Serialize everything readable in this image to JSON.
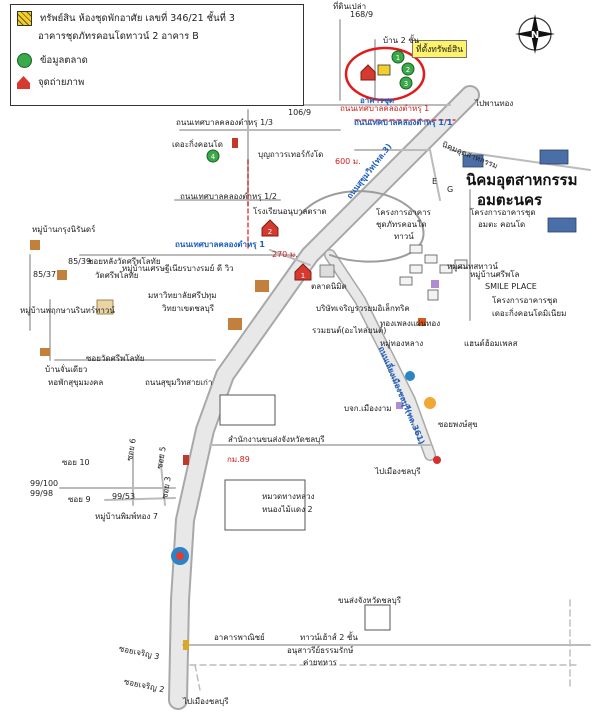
{
  "legend": {
    "property_line1": "ทรัพย์สิน  ห้องชุดพักอาศัย เลขที่ 346/21 ชั้นที่ 3",
    "property_line2": "อาคารชุดภัทรคอนโดทาวน์ 2 อาคาร B",
    "market": "ข้อมูลตลาด",
    "photo": "จุดถ่ายภาพ"
  },
  "compass": {
    "letter": "N"
  },
  "tag": "ที่ตั้งทรัพย์สิน",
  "labels": {
    "a16_8": "168/9",
    "a_top": "ที่ดินเปล่า",
    "bldg2": "บ้าน 2 ชั้น",
    "building_b": "อาคารชุด",
    "road_upper_a": "ถนนเทศบาลคลองตำหรุ 1",
    "road_upper_b": "ถนนเทศบาลคลองตำหรุ 1/1",
    "road_top_1": "ถนนเทศบาลคลองตำหรุ 1/3",
    "n106": "106/9",
    "kingcondo": "เดอะกิ่งคอนโด",
    "buildingmart": "บุญถาวรเทอร์กังโด",
    "d600": "600 ม.",
    "road_mid_1": "ถนนเทศบาลคลองตำหรุ 1/2",
    "pakanang": "ไปพานทอง",
    "school": "โรงเรียนอนุบาลตราด",
    "road_main": "ถนนเทศบาลคลองตำหรุ 1",
    "d270": "270 ม.",
    "sukhumvit": "ถนนสุขุมวิท(ทล.3)",
    "industrial1": "นิคมอุตสาหกรรม",
    "industrial2": "อมตะนคร",
    "industrial_small": "นิคมอุตสาหกรรม",
    "project1": "โครงการอาคาร",
    "project1b": "ชุดภัทรคอนโด",
    "project1c": "ทาวน์",
    "e": "E",
    "g": "G",
    "project_a": "โครงการอาคารชุด",
    "project_a2": "อมตะ คอนโด",
    "village_krn": "หมู่บ้านกรุงนิรันดร์",
    "n85_39": "85/39",
    "n85_37": "85/37",
    "soi_wat": "ซอยหลังวัดศรีพโลทัย",
    "wat": "วัดศรีพโลทัย",
    "village_pmt": "หมู่บ้านพฤกษานรินทร์ทาวน์",
    "village_silapakorn": "หมู่บ้านเศรษฐีเนียรบางรมย์ ดี วิว",
    "university1": "มหาวิทยาลัยศรีปทุม",
    "university2": "วิทยาเขตชลบุรี",
    "market": "ตลาดนิมิต",
    "bank": "บริษัทเจริญรวรยมอิเล็กทริค",
    "ltd": "รวมยนต์(อะไหล่ยนต์)",
    "smile": "SMILE PLACE",
    "hpt": "หมู่บ้านศรีพโล",
    "oldgold": "ทองเพลงแผ่นทอง",
    "tha": "หมู่ทองหลาง",
    "project_b": "โครงการอาคารชุด",
    "project_b2": "เดอะกิ่งคอนโดมิเนียม",
    "pattaya": "หมูศนทสทาวน์",
    "pichai": "แฮนด์ฮ้อมเพลส",
    "soi_sri": "ซอยวัดศรีพโลทัย",
    "baan_mk": "บ้านจั่นเดียว",
    "hmd": "หอพักสุขุมมงคล",
    "sukh_road": "ถนนสุขุมวิทสายเก่า",
    "amata_road": "ถนนเลี่ยงเมืองชลบุรี(ทล.361)",
    "samsung": "บจก.เมืองงาม",
    "soi_hom": "ซอยพงษ์สุข",
    "to_chonburi": "ไปเมืองชลบุรี",
    "office_cb": "สำนักงานขนส่งจังหวัดชลบุรี",
    "km89": "กม.89",
    "soi10": "ซอย 10",
    "n99_100": "99/100",
    "n99_98": "99/98",
    "soi9": "ซอย 9",
    "soi6": "ซอย 6",
    "soi5": "ซอย 5",
    "soi3": "ซอย 3",
    "n99_53": "99/53",
    "village7": "หมู่บ้านพิมพ์ทอง 7",
    "hwy1": "หมวดทางหลวง",
    "hwy2": "หนองไม้แดง 2",
    "bus": "ขนส่งจังหวัดชลบุรี",
    "building_com": "อาคารพาณิชย์",
    "town2": "ทาวน์เฮ้าส์ 2 ชั้น",
    "dhamma": "อนุสาวรีย์ธรรมรักษ์",
    "camp": "ค่ายทหาร",
    "soi_charoen1": "ซอยเจริญ 3",
    "soi_charoen2": "ซอยเจริญ 2",
    "to_chonburi2": "ไปเมืองชลบุรี"
  },
  "markers": {
    "green": [
      "1",
      "2",
      "3",
      "4"
    ],
    "photo": [
      "1",
      "2"
    ]
  },
  "colors": {
    "highlight_circle": "#e01b1b",
    "road": "#cfcfcf",
    "road_edge": "#9c9c9c",
    "label_blue": "#1f5fbf",
    "marker_green": "#39a94a",
    "marker_red": "#d63a2f",
    "tag_yellow": "#fff36b"
  }
}
